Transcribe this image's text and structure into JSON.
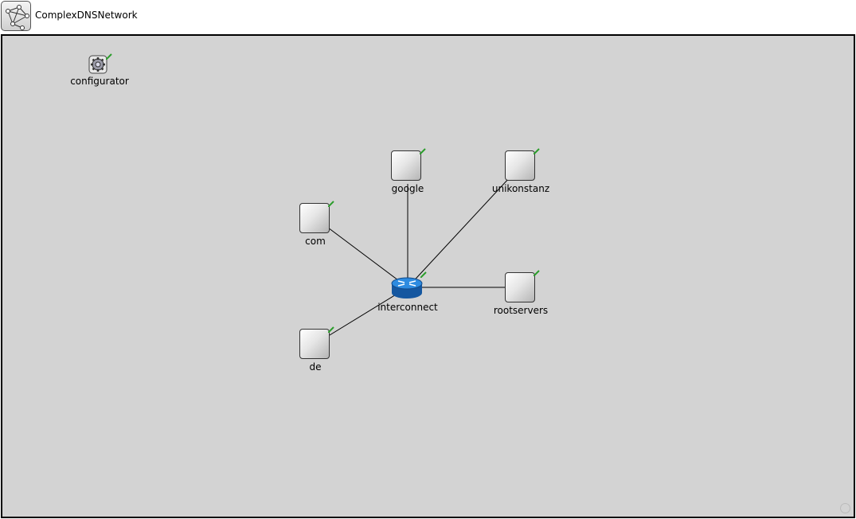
{
  "window": {
    "title": "ComplexDNSNetwork",
    "icon": "network-icon"
  },
  "nodes": {
    "configurator": {
      "label": "configurator",
      "icon": "gear-icon"
    },
    "google": {
      "label": "google",
      "icon": "host-box-icon"
    },
    "unikonstanz": {
      "label": "unikonstanz",
      "icon": "host-box-icon"
    },
    "com": {
      "label": "com",
      "icon": "host-box-icon"
    },
    "interconnect": {
      "label": "interconnect",
      "icon": "router-icon"
    },
    "rootservers": {
      "label": "rootservers",
      "icon": "host-box-icon"
    },
    "de": {
      "label": "de",
      "icon": "host-box-icon"
    }
  },
  "colors": {
    "canvas": "#d3d3d3",
    "router": "#1e6fc0",
    "pin": "#2a9d2a"
  }
}
